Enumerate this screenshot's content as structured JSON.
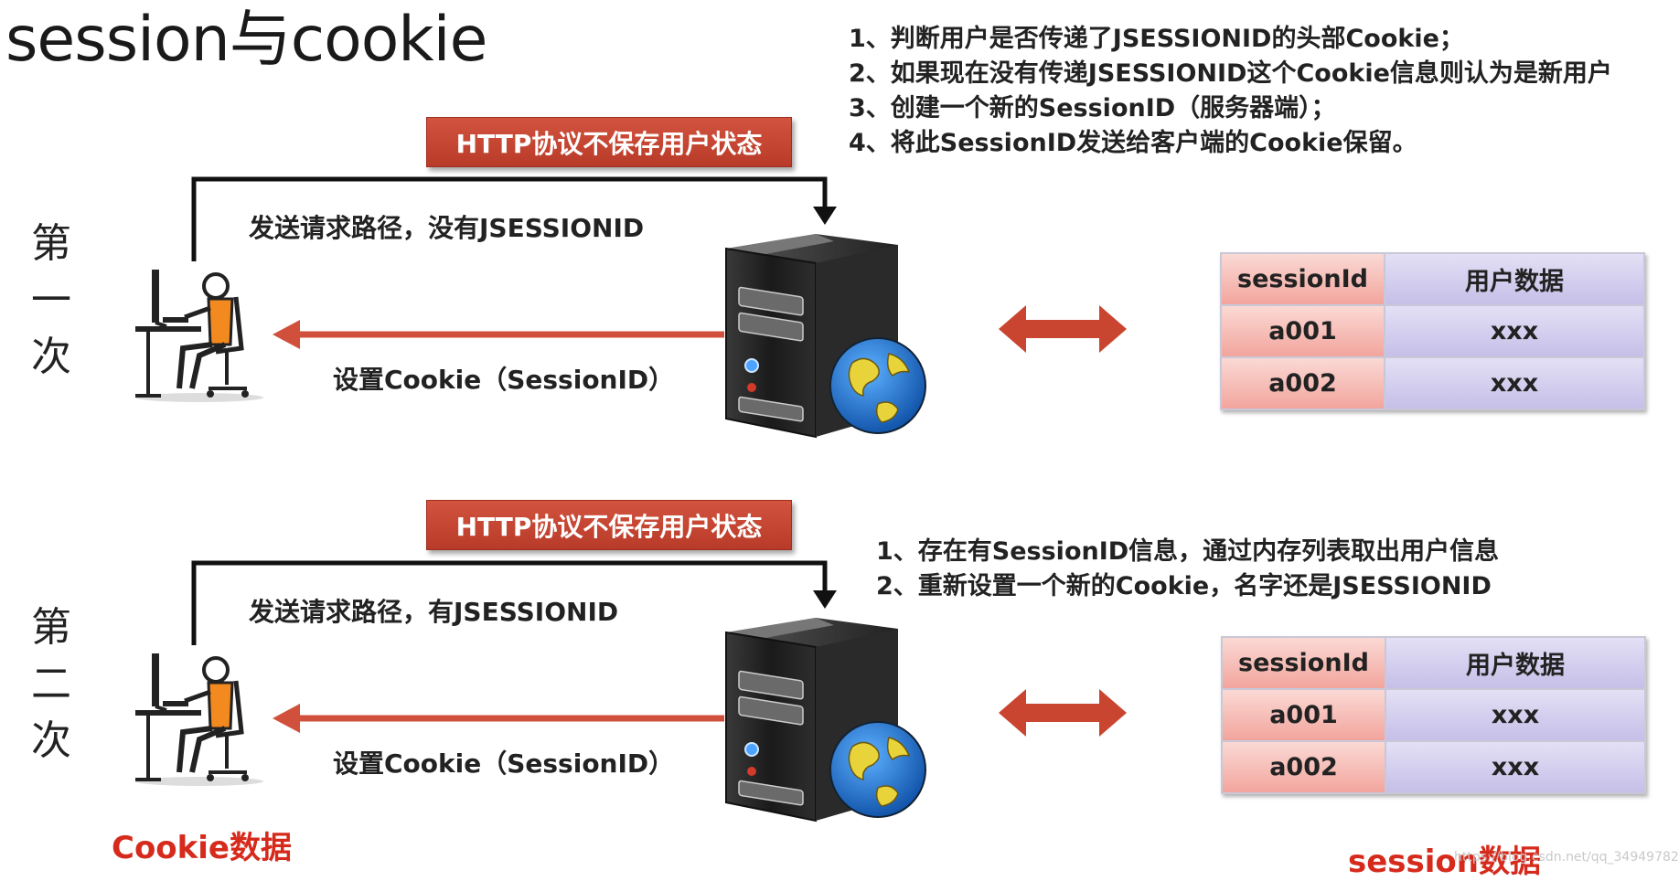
{
  "title": "session与cookie",
  "first": {
    "side_label": [
      "第",
      "一",
      "次"
    ],
    "banner": "HTTP协议不保存用户状态",
    "request_label": "发送请求路径，没有JSESSIONID",
    "response_label": "设置Cookie（SessionID）",
    "steps": [
      "1、判断用户是否传递了JSESSIONID的头部Cookie；",
      "2、如果现在没有传递JSESSIONID这个Cookie信息则认为是新用户",
      "3、创建一个新的SessionID（服务器端）；",
      "4、将此SessionID发送给客户端的Cookie保留。"
    ],
    "table": {
      "headers": [
        "sessionId",
        "用户数据"
      ],
      "rows": [
        [
          "a001",
          "xxx"
        ],
        [
          "a002",
          "xxx"
        ]
      ]
    }
  },
  "second": {
    "side_label": [
      "第",
      "二",
      "次"
    ],
    "banner": "HTTP协议不保存用户状态",
    "request_label": "发送请求路径，有JSESSIONID",
    "response_label": "设置Cookie（SessionID）",
    "steps": [
      "1、存在有SessionID信息，通过内存列表取出用户信息",
      "2、重新设置一个新的Cookie，名字还是JSESSIONID"
    ],
    "table": {
      "headers": [
        "sessionId",
        "用户数据"
      ],
      "rows": [
        [
          "a001",
          "xxx"
        ],
        [
          "a002",
          "xxx"
        ]
      ]
    }
  },
  "footer": {
    "cookie_label": "Cookie数据",
    "session_label": "session数据",
    "watermark": "https://blog.csdn.net/qq_34949782"
  },
  "colors": {
    "banner": "#c4432f",
    "arrow": "#d0503c",
    "accent_text": "#d62a1c"
  },
  "icons": [
    "person-at-computer-icon",
    "server-icon",
    "globe-icon",
    "double-arrow-icon"
  ]
}
